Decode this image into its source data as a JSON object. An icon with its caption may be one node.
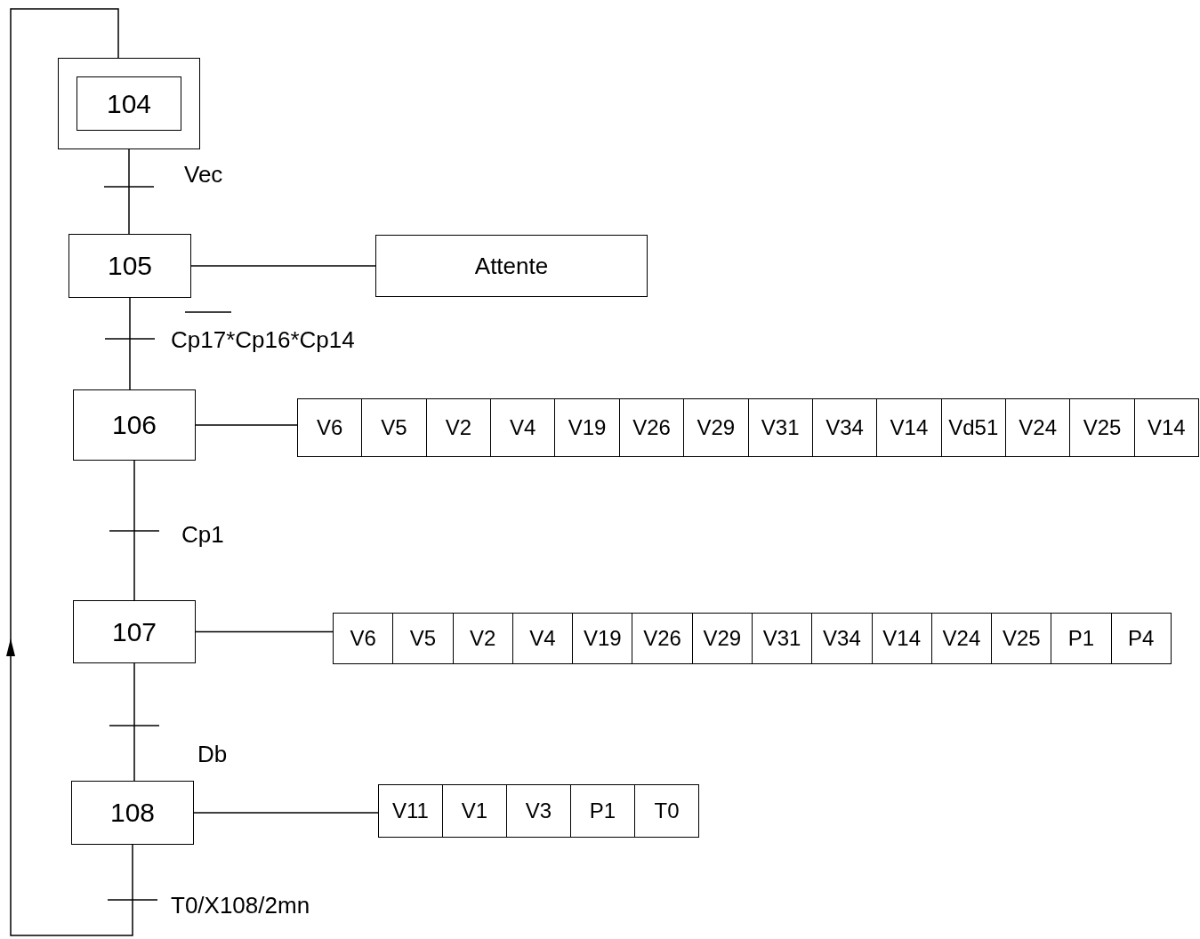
{
  "diagram": {
    "nodes": [
      {
        "text": [
          "104"
        ]
      },
      {
        "text": [
          "105"
        ]
      },
      {
        "text": [
          "Attente"
        ]
      },
      {
        "text": [
          "106"
        ]
      },
      {
        "text": [
          "V6",
          "V5",
          "V2",
          "V4",
          "V19",
          "V26",
          "V29",
          "V31",
          "V34",
          "V14",
          "Vd51",
          "V24",
          "V25",
          "V14"
        ]
      },
      {
        "text": [
          "107"
        ]
      },
      {
        "text": [
          "V6",
          "V5",
          "V2",
          "V4",
          "V19",
          "V26",
          "V29",
          "V31",
          "V34",
          "V14",
          "V24",
          "V25",
          "P1",
          "P4"
        ]
      },
      {
        "text": [
          "108"
        ]
      },
      {
        "text": [
          "V11",
          "V1",
          "V3",
          "P1",
          "T0"
        ]
      }
    ],
    "edges": [
      {
        "from": 0,
        "to": 1,
        "arrow": "none",
        "label": "Vec"
      },
      {
        "from": 1,
        "to": 2,
        "arrow": "none"
      },
      {
        "from": 1,
        "to": 3,
        "arrow": "none",
        "label": "Cp17*Cp16*Cp14"
      },
      {
        "from": 3,
        "to": 4,
        "arrow": "none"
      },
      {
        "from": 3,
        "to": 5,
        "arrow": "none",
        "label": "Cp1"
      },
      {
        "from": 5,
        "to": 6,
        "arrow": "none"
      },
      {
        "from": 5,
        "to": 7,
        "arrow": "none",
        "label": "Db"
      },
      {
        "from": 7,
        "to": 8,
        "arrow": "none"
      },
      {
        "from": 7,
        "to": 0,
        "arrow": "to",
        "label": "T0/X108/2mn"
      }
    ]
  }
}
